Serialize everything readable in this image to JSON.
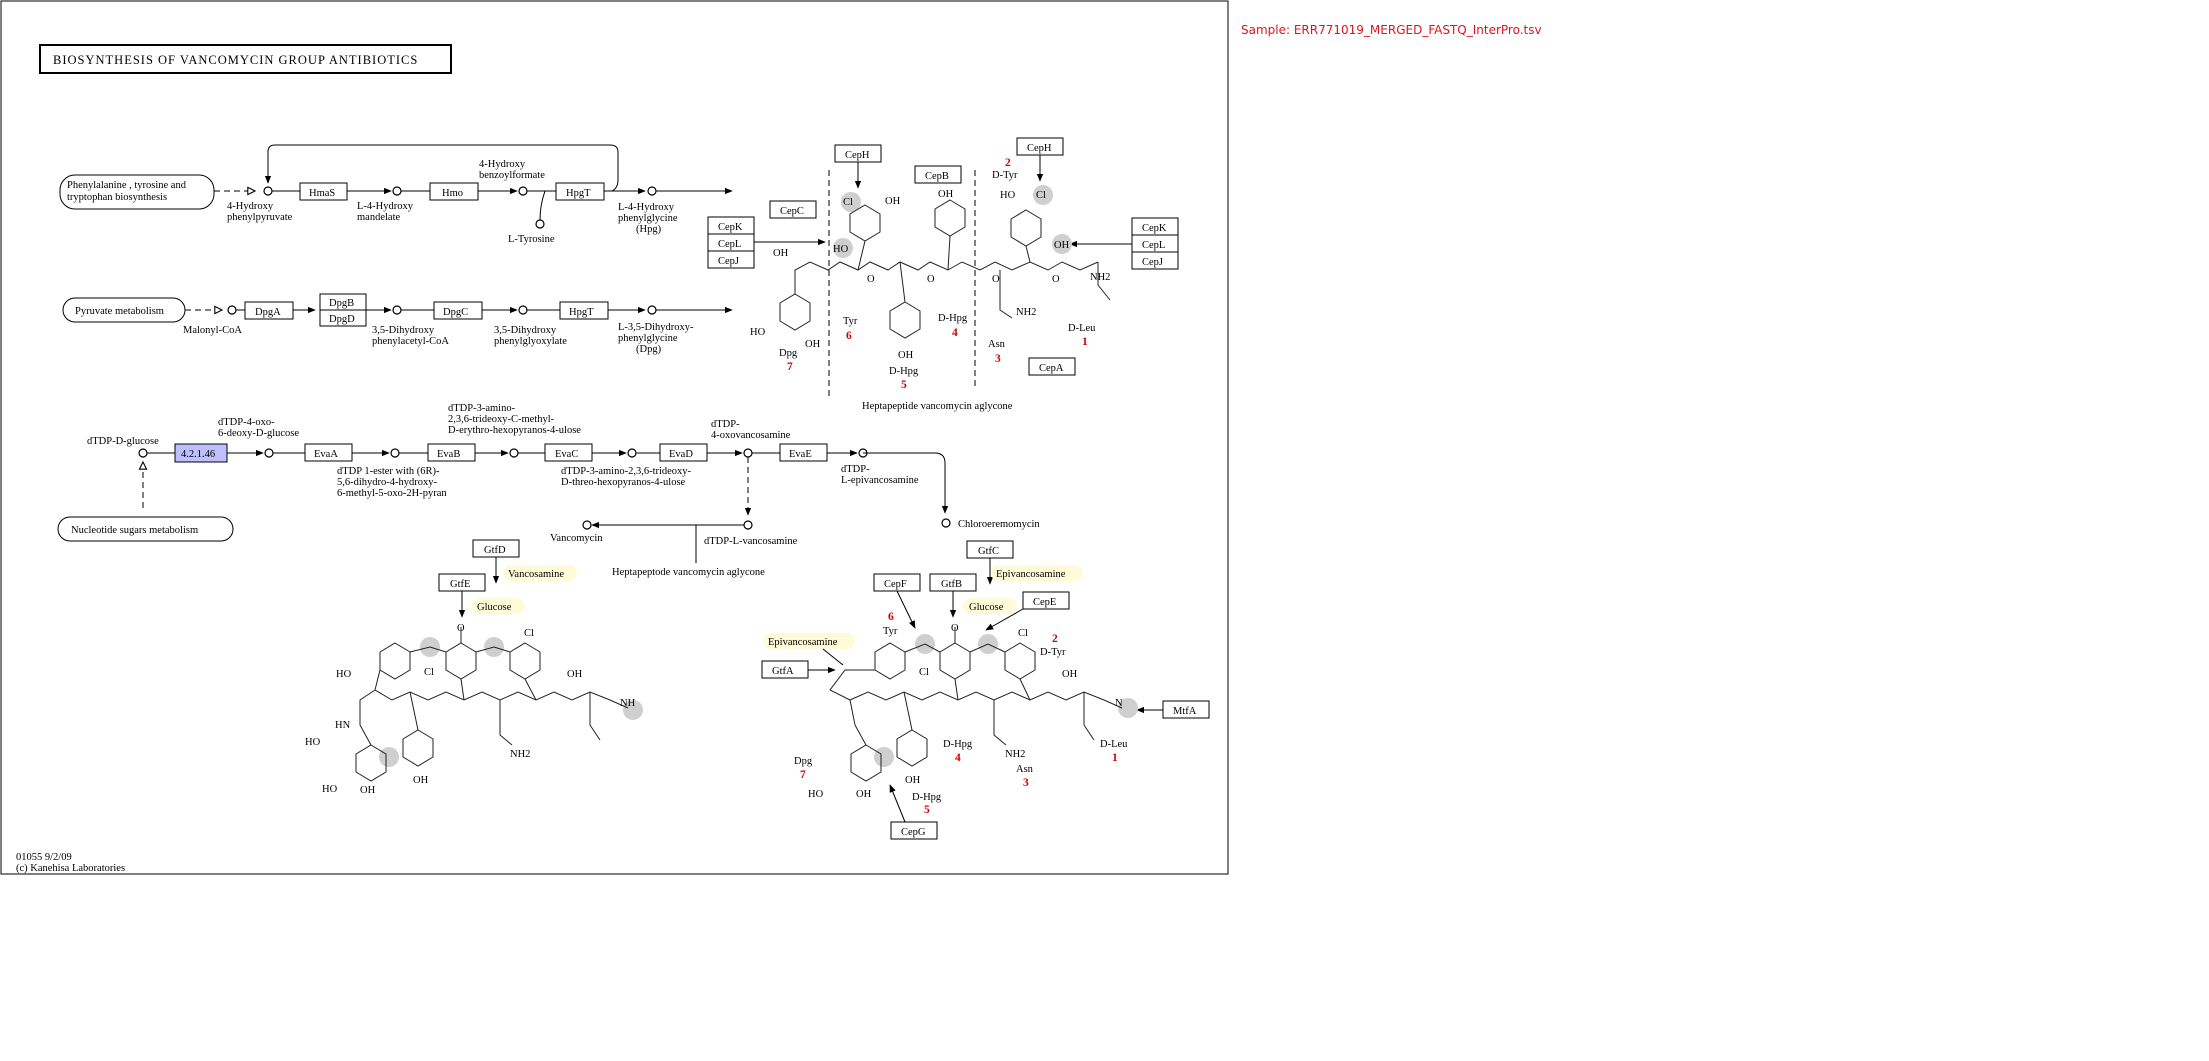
{
  "sample": "Sample: ERR771019_MERGED_FASTQ_InterPro.tsv",
  "title": "BIOSYNTHESIS OF VANCOMYCIN GROUP ANTIBIOTICS",
  "footer": {
    "line1": "01055 9/2/09",
    "line2": "(c) Kanehisa Laboratories"
  },
  "maps": {
    "phe": [
      "Phenylalanine , tyrosine and",
      "tryptophan biosynthesis"
    ],
    "pyr": "Pyruvate metabolism",
    "nuc": "Nucleotide sugars metabolism"
  },
  "enzymes": {
    "hmas": "HmaS",
    "hmo": "Hmo",
    "hpgt1": "HpgT",
    "dpga": "DpgA",
    "dpgb": "DpgB",
    "dpgd": "DpgD",
    "dpgc": "DpgC",
    "hpgt2": "HpgT",
    "ec": "4.2.1.46",
    "evaa": "EvaA",
    "evab": "EvaB",
    "evac": "EvaC",
    "evad": "EvaD",
    "evae": "EvaE",
    "ceph1": "CepH",
    "cepb": "CepB",
    "cepc": "CepC",
    "cepk1": "CepK",
    "cepl1": "CepL",
    "cepj1": "CepJ",
    "ceph2": "CepH",
    "cepk2": "CepK",
    "cepl2": "CepL",
    "cepj2": "CepJ",
    "cepa": "CepA",
    "gtfd": "GtfD",
    "gtfe": "GtfE",
    "gtfc": "GtfC",
    "cepf": "CepF",
    "gtfb": "GtfB",
    "cepe": "CepE",
    "gtfa": "GtfA",
    "mtfa": "MtfA",
    "cepg": "CepG"
  },
  "ec_color": "#bfbfff",
  "compounds": {
    "hppyr": [
      "4-Hydroxy",
      "phenylpyruvate"
    ],
    "mand": [
      "L-4-Hydroxy",
      "mandelate"
    ],
    "hbf": [
      "4-Hydroxy",
      "benzoylformate"
    ],
    "ltyr": "L-Tyrosine",
    "hpg": [
      "L-4-Hydroxy",
      "phenylglycine",
      "(Hpg)"
    ],
    "malcoa": "Malonyl-CoA",
    "dhpcoa": [
      "3,5-Dihydroxy",
      "phenylacetyl-CoA"
    ],
    "dhpglyox": [
      "3,5-Dihydroxy",
      "phenylglyoxylate"
    ],
    "dpg": [
      "L-3,5-Dihydroxy-",
      "phenylglycine",
      "(Dpg)"
    ],
    "dglc": "dTDP-D-glucose",
    "oxo": [
      "dTDP-4-oxo-",
      "6-deoxy-D-glucose"
    ],
    "ester": [
      "dTDP 1-ester with (6R)-",
      "5,6-dihydro-4-hydroxy-",
      "6-methyl-5-oxo-2H-pyran"
    ],
    "amino1": [
      "dTDP-3-amino-",
      "2,3,6-trideoxy-C-methyl-",
      "D-erythro-hexopyranos-4-ulose"
    ],
    "amino2": [
      "dTDP-3-amino-2,3,6-trideoxy-",
      "D-threo-hexopyranos-4-ulose"
    ],
    "oxovanc": [
      "dTDP-",
      "4-oxovancosamine"
    ],
    "epivanc": [
      "dTDP-",
      "L-epivancosamine"
    ],
    "lvanc": "dTDP-L-vancosamine",
    "vanc": "Vancomycin",
    "chloro": "Chloroeremomycin",
    "hepta1": "Heptapeptide vancomycin aglycone",
    "hepta2": "Heptapeptode vancomycin aglycone"
  },
  "sugars": {
    "s1": "Vancosamine",
    "s2": "Glucose",
    "s3": "Epivancosamine",
    "s4": "Glucose",
    "s5": "Epivancosamine"
  },
  "sugar_color": "#fffbd9",
  "residues": {
    "dleu": "D-Leu",
    "n1": "1",
    "dtyr": "D-Tyr",
    "n2": "2",
    "asn": "Asn",
    "n3": "3",
    "dhpg4": "D-Hpg",
    "n4": "4",
    "dhpg5": "D-Hpg",
    "n5": "5",
    "tyr": "Tyr",
    "n6": "6",
    "dpg": "Dpg",
    "n7": "7",
    "b_dleu": "D-Leu",
    "b_n1": "1",
    "b_dtyr": "D-Tyr",
    "b_n2": "2",
    "b_asn": "Asn",
    "b_n3": "3",
    "b_dhpg4": "D-Hpg",
    "b_n4": "4",
    "b_dhpg5": "D-Hpg",
    "b_n5": "5",
    "b_tyr": "Tyr",
    "b_n6": "6",
    "b_dpg": "Dpg",
    "b_n7": "7"
  },
  "atoms": {
    "oh": "OH",
    "ho": "HO",
    "cl": "Cl",
    "o": "O",
    "n": "N",
    "h": "H",
    "nh": "NH",
    "nh2": "NH2",
    "hn": "HN"
  }
}
